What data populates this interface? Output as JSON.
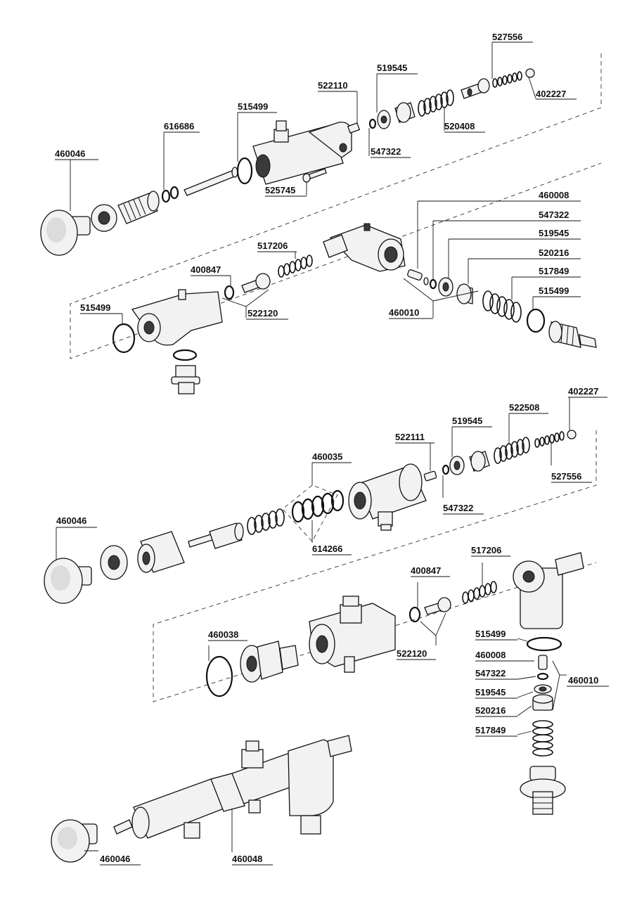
{
  "assembly_1": {
    "labels": {
      "knob": "460046",
      "seal_a": "616686",
      "o_ring_a": "515499",
      "pin_a": "522110",
      "washer_a": "519545",
      "spring_small": "527556",
      "ball": "402227",
      "spring_a": "520408",
      "washer_b": "547322",
      "bolt": "525745"
    }
  },
  "assembly_2": {
    "labels": {
      "pin": "460008",
      "washer": "547322",
      "seat": "519545",
      "cup": "520216",
      "spring": "517849",
      "o_ring": "515499",
      "spring_small": "517206",
      "gasket": "400847",
      "valve": "522120",
      "o_ring_left": "515499",
      "valve_group": "460010"
    }
  },
  "assembly_3": {
    "labels": {
      "ball": "402227",
      "spring_a": "522508",
      "seat": "519545",
      "pin": "522111",
      "spring_set": "460035",
      "spring_small": "527556",
      "washer": "547322",
      "knob": "460046",
      "spring_b": "614266"
    }
  },
  "assembly_4": {
    "labels": {
      "spring_small": "517206",
      "gasket": "400847",
      "ring_large": "460038",
      "valve": "522120",
      "o_ring": "515499",
      "pin": "460008",
      "washer": "547322",
      "seat": "519545",
      "cup": "520216",
      "spring": "517849",
      "valve_group": "460010"
    }
  },
  "assembly_5": {
    "labels": {
      "knob": "460046",
      "body": "460048"
    }
  }
}
